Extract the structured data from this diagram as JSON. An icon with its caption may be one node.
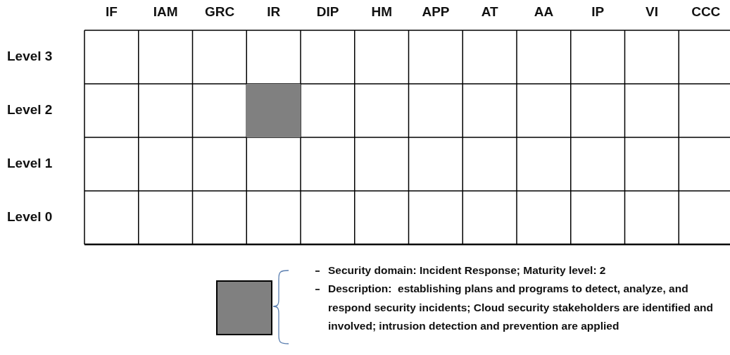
{
  "diagram": {
    "nodes": [
      {
        "text": [],
        "shape": "box"
      }
    ],
    "edges": [],
    "labels": [
      "IF",
      "IAM",
      "GRC",
      "IR",
      "DIP",
      "HM",
      "APP",
      "AT",
      "AA",
      "IP",
      "VI",
      "CCC",
      "Level 3",
      "Level 2",
      "Level 1",
      "Level 0",
      "Description:  establishing plans and programs to detect, analyze, and respond security incidents; Cloud security stakeholders are identified and involved; intrusion detection and prevention are applied"
    ],
    "legend": [
      {
        "text": "Security domain: Incident Response; Maturity level: 2",
        "color": "#808080"
      }
    ]
  }
}
